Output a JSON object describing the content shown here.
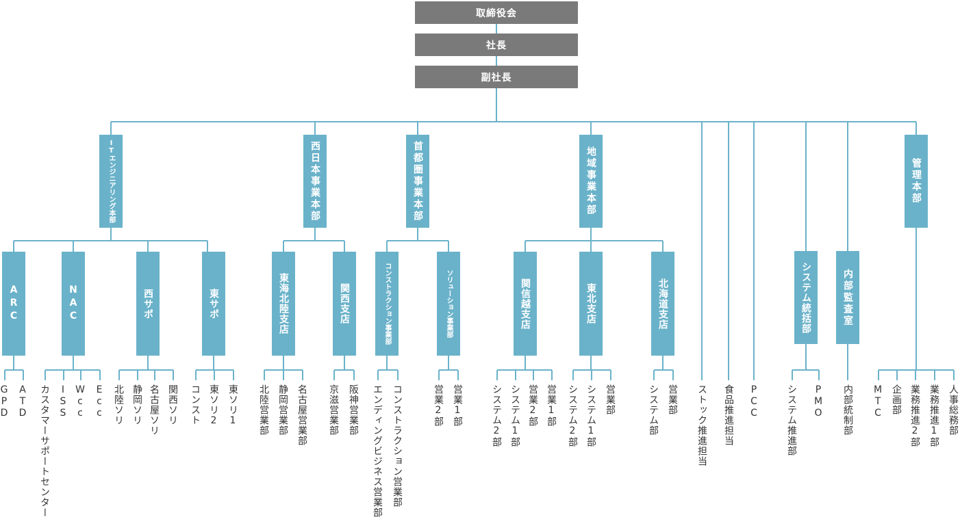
{
  "colors": {
    "line": "#6ab2ca",
    "top_box": "#7a7a7a",
    "dept_box": "#6ab2ca",
    "leaf_text": "#333333"
  },
  "top": {
    "board": "取締役会",
    "president": "社長",
    "vice_president": "副社長"
  },
  "divisions": {
    "it": "ITエンジニアリング本部",
    "west": "西日本事業本部",
    "capital": "首都圏事業本部",
    "regional": "地域事業本部",
    "mgmt": "管理本部",
    "sys": "システム統括部",
    "audit": "内部監査室"
  },
  "units": {
    "arc": "ARC",
    "nac": "NAC",
    "nishi_sapo": "西サポ",
    "higashi_sapo": "東サポ",
    "tokai": "東海北陸支店",
    "kansai": "関西支店",
    "construction": "コンストラクション事業部",
    "solution": "ソリューション事業部",
    "kanshinetsu": "関信越支店",
    "tohoku": "東北支店",
    "hokkaido": "北海道支店"
  },
  "leaves": {
    "gpd": "GPD",
    "atd": "ATD",
    "customer_support": "カスタマーサポートセンター",
    "iss": "ISS",
    "wcc": "Wcc",
    "ecc": "Ecc",
    "hokuriku_sori": "北陸ソリ",
    "shizuoka_sori": "静岡ソリ",
    "nagoya_sori": "名古屋ソリ",
    "kansai_sori": "関西ソリ",
    "const": "コンスト",
    "higashi_sori2": "東ソリ2",
    "higashi_sori1": "東ソリ1",
    "hokuriku_sales": "北陸営業部",
    "shizuoka_sales": "静岡営業部",
    "nagoya_sales": "名古屋営業部",
    "keishi_sales": "京滋営業部",
    "hanshin_sales": "阪神営業部",
    "ending_biz": "エンディングビジネス営業部",
    "construction_sales": "コンストラクション営業部",
    "sales2": "営業2部",
    "sales1": "営業1部",
    "ks_sys2": "システム2部",
    "ks_sys1": "システム1部",
    "ks_sales2": "営業2部",
    "ks_sales1": "営業1部",
    "th_sys2": "システム2部",
    "th_sys1": "システム1部",
    "th_sales": "営業部",
    "hk_sys": "システム部",
    "hk_sales": "営業部",
    "stock": "ストック推進担当",
    "food": "食品推進担当",
    "pcc": "PCC",
    "sys_promo": "システム推進部",
    "pmo": "PMO",
    "internal_control": "内部統制部",
    "mtc": "MTC",
    "planning": "企画部",
    "biz_promo2": "業務推進2部",
    "biz_promo1": "業務推進1部",
    "hr_general": "人事総務部"
  }
}
